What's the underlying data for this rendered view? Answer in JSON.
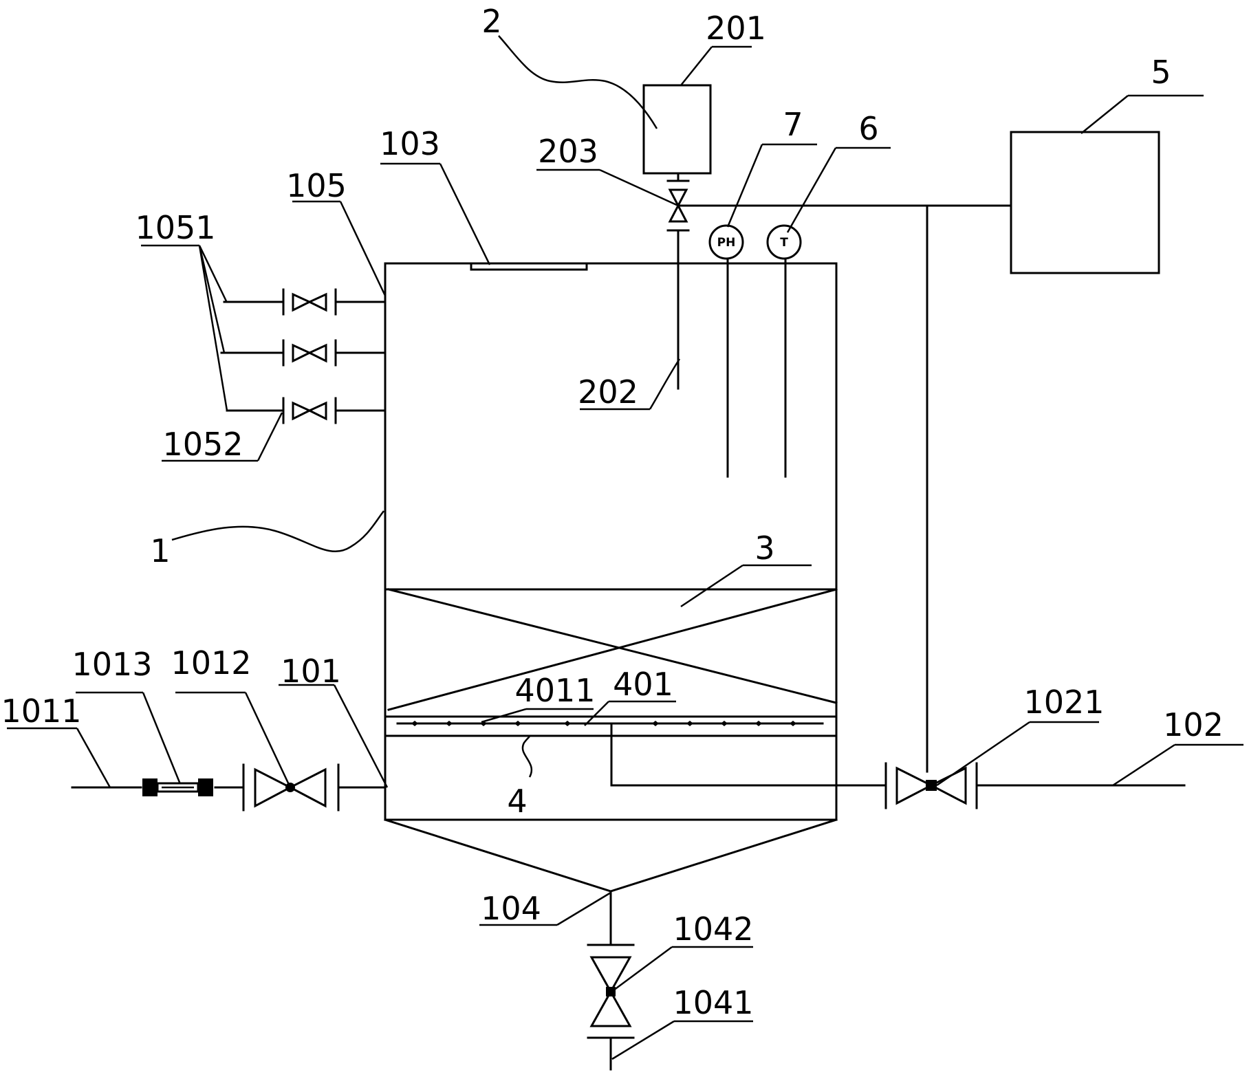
{
  "gauges": {
    "ph_text": "PH",
    "t_text": "T"
  },
  "labels": {
    "l1": "1",
    "l2": "2",
    "l3": "3",
    "l4": "4",
    "l5": "5",
    "l6": "6",
    "l7": "7",
    "l101": "101",
    "l102": "102",
    "l103": "103",
    "l104": "104",
    "l105": "105",
    "l201": "201",
    "l202": "202",
    "l203": "203",
    "l401": "401",
    "l1011": "1011",
    "l1012": "1012",
    "l1013": "1013",
    "l1021": "1021",
    "l1041": "1041",
    "l1042": "1042",
    "l1051": "1051",
    "l1052": "1052",
    "l4011": "4011"
  }
}
